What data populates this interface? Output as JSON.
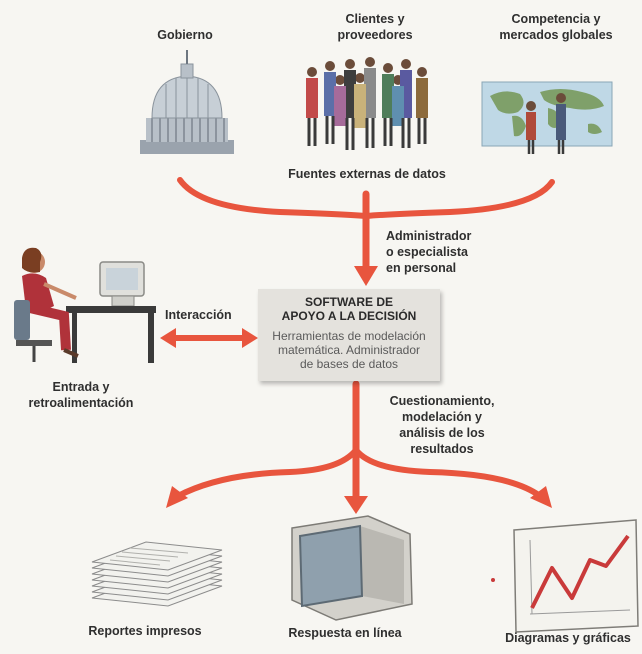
{
  "sources": {
    "gobierno": "Gobierno",
    "clientes": "Clientes y\nproveedores",
    "competencia": "Competencia y\nmercados globales",
    "fuentes_externas": "Fuentes externas de datos"
  },
  "administrador": "Administrador\no especialista\nen personal",
  "dss": {
    "title": "SOFTWARE DE\nAPOYO A LA DECISIÓN",
    "description": "Herramientas de modelación\nmatemática. Administrador\nde bases de datos"
  },
  "interaccion": "Interacción",
  "entrada": "Entrada y\nretroalimentación",
  "cuestionamiento": "Cuestionamiento,\nmodelación y\nanálisis de los\nresultados",
  "outputs": {
    "reportes": "Reportes impresos",
    "respuesta": "Respuesta en línea",
    "diagramas": "Diagramas y gráficas"
  },
  "colors": {
    "arrow": "#e8553e",
    "box": "#e4e2dd"
  }
}
